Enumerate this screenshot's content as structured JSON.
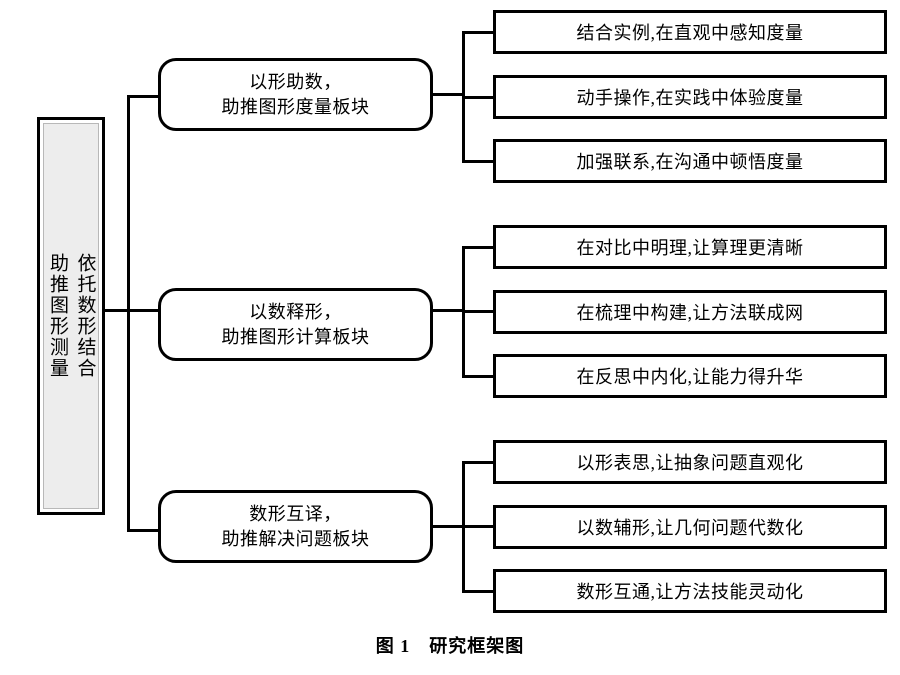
{
  "figure": {
    "caption": "图 1　研究框架图"
  },
  "root": {
    "label": "依托数形结合\n助推图形测量"
  },
  "branches": [
    {
      "line1": "以形助数，",
      "line2": "助推图形度量板块",
      "leaves": [
        "结合实例,在直观中感知度量",
        "动手操作,在实践中体验度量",
        "加强联系,在沟通中顿悟度量"
      ]
    },
    {
      "line1": "以数释形，",
      "line2": "助推图形计算板块",
      "leaves": [
        "在对比中明理,让算理更清晰",
        "在梳理中构建,让方法联成网",
        "在反思中内化,让能力得升华"
      ]
    },
    {
      "line1": "数形互译，",
      "line2": "助推解决问题板块",
      "leaves": [
        "以形表思,让抽象问题直观化",
        "以数辅形,让几何问题代数化",
        "数形互通,让方法技能灵动化"
      ]
    }
  ],
  "colors": {
    "line": "#000000",
    "root_fill": "#ededed",
    "box_fill": "#ffffff"
  }
}
